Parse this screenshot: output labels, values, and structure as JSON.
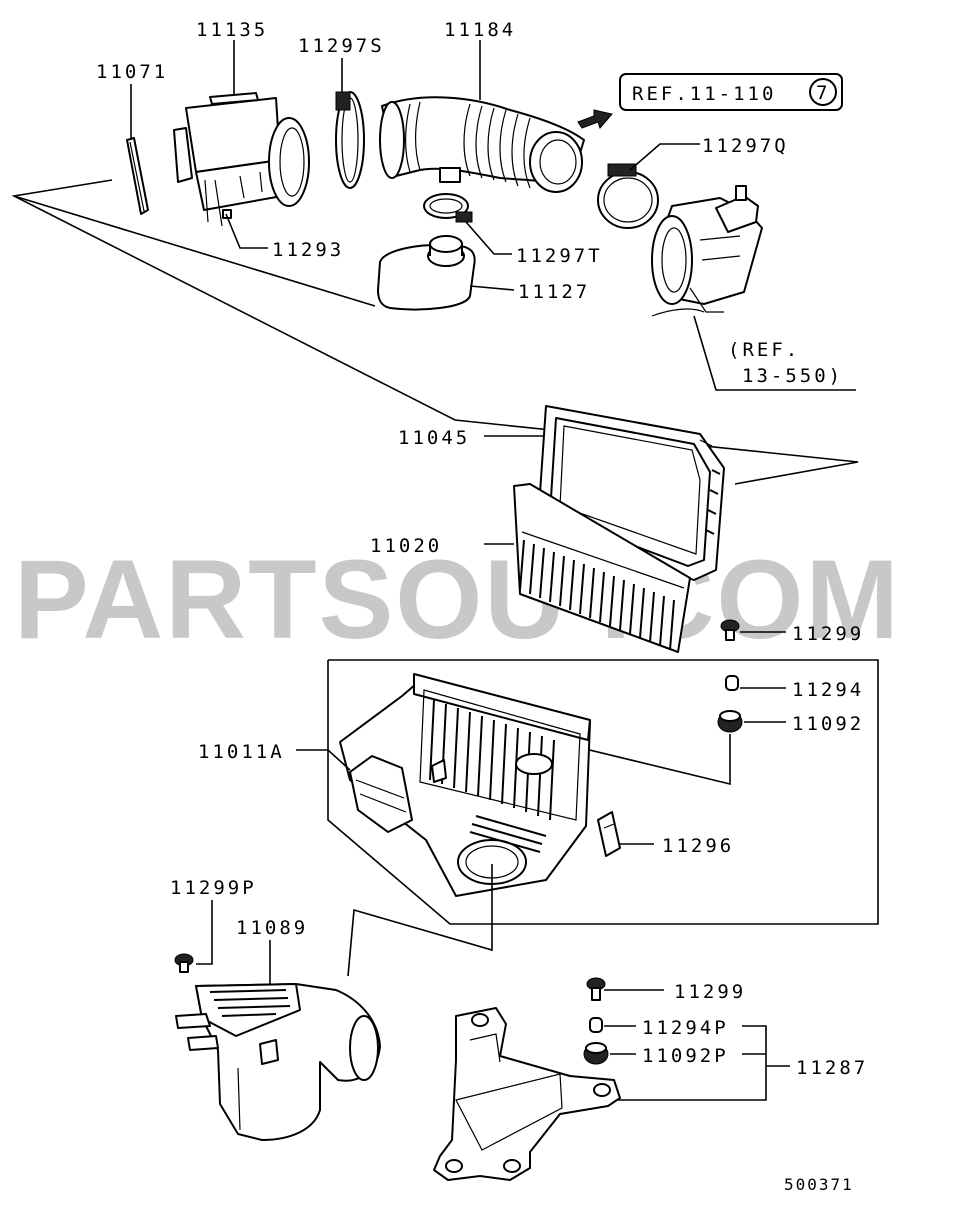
{
  "watermark": "PARTSOU   .COM",
  "diagram_id": "500371",
  "callouts": {
    "p11071": "11071",
    "p11135": "11135",
    "p11297S": "11297S",
    "p11184": "11184",
    "ref_11_110": "REF.11-110",
    "ref_11_110_num": "7",
    "p11297Q": "11297Q",
    "p11293": "11293",
    "p11297T": "11297T",
    "p11127": "11127",
    "ref_13_550_a": "(REF.",
    "ref_13_550_b": "13-550)",
    "p11045": "11045",
    "p11020": "11020",
    "p11299_a": "11299",
    "p11294": "11294",
    "p11092": "11092",
    "p11011A": "11011A",
    "p11296": "11296",
    "p11299P": "11299P",
    "p11089": "11089",
    "p11299_b": "11299",
    "p11294P": "11294P",
    "p11092P": "11092P",
    "p11287": "11287"
  }
}
